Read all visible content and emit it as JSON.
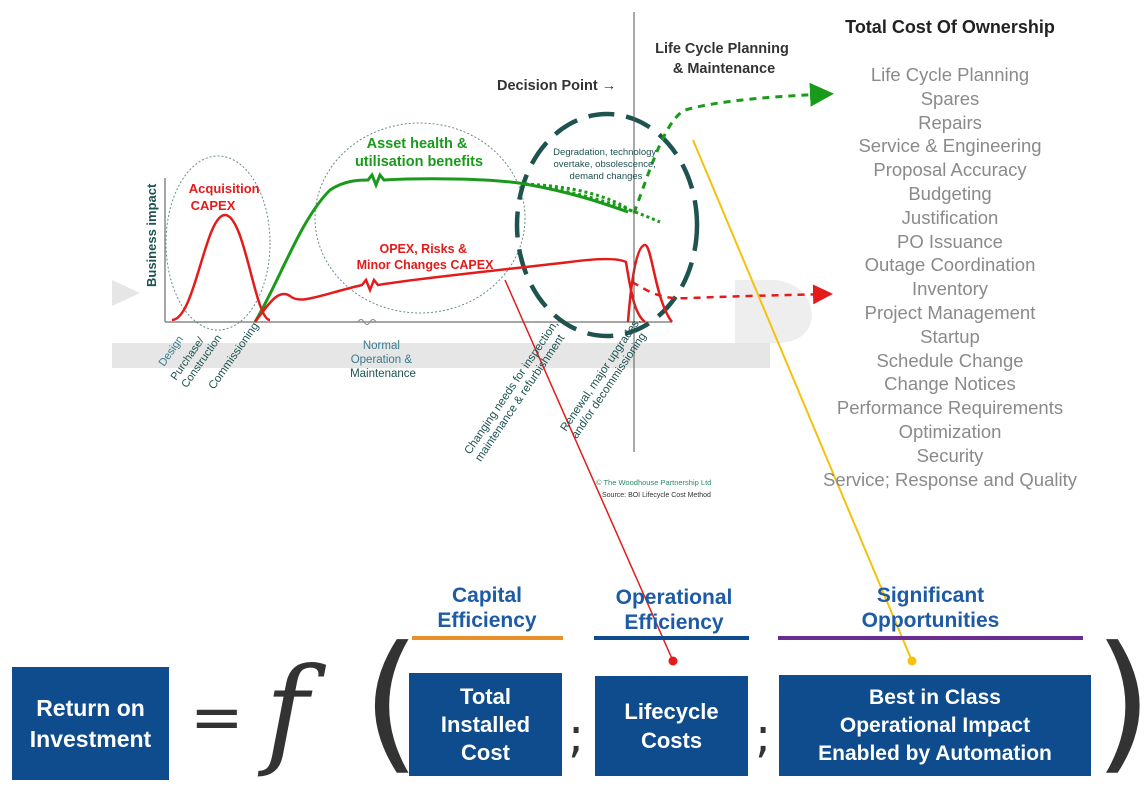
{
  "lifecycle_chart": {
    "ylabel": "Business impact",
    "labels": {
      "acquisition": [
        "Acquisition",
        "CAPEX"
      ],
      "asset_health": [
        "Asset health &",
        "utilisation benefits"
      ],
      "opex": [
        "OPEX, Risks &",
        "Minor Changes CAPEX"
      ],
      "degradation": [
        "Degradation, technology",
        "overtake, obsolescence,",
        "demand changes"
      ],
      "decision_point": "Decision Point →",
      "life_cycle_planning": [
        "Life Cycle Planning",
        "& Maintenance"
      ],
      "phases": {
        "design": "Design",
        "purchase": [
          "Purchase/",
          "Construction"
        ],
        "commissioning": "Commissioning",
        "normal_operation": [
          "Normal",
          "Operation &",
          "Maintenance"
        ],
        "changing_needs": [
          "Changing needs for inspection,",
          "maintenance & refurbishment"
        ],
        "renewal": [
          "Renewal, major upgrades,",
          "and/or decommissioning"
        ]
      },
      "copyright": "© The Woodhouse Partnership Ltd",
      "source": "Source: BOI Lifecycle Cost Method"
    },
    "colors": {
      "capex": "#e31b1b",
      "benefit": "#1a9a1a",
      "decision": "#1e5350",
      "tco_link": "#f4c20d"
    }
  },
  "tco": {
    "title": "Total Cost Of Ownership",
    "items": [
      "Life Cycle Planning",
      "Spares",
      "Repairs",
      "Service & Engineering",
      "Proposal Accuracy",
      "Budgeting",
      "Justification",
      "PO Issuance",
      "Outage Coordination",
      "Inventory",
      "Project Management",
      "Startup",
      "Schedule Change",
      "Change Notices",
      "Performance Requirements",
      "Optimization",
      "Security",
      "Service; Response and Quality"
    ]
  },
  "formula": {
    "roi": [
      "Return on",
      "Investment"
    ],
    "equals": "=",
    "function": "f",
    "open_paren": "(",
    "close_paren": ")",
    "separator": ";",
    "categories": [
      {
        "title": [
          "Capital",
          "Efficiency"
        ],
        "color": "#e8902a"
      },
      {
        "title": [
          "Operational",
          "Efficiency"
        ],
        "color": "#0f4c8e"
      },
      {
        "title": [
          "Significant",
          "Opportunities"
        ],
        "color": "#6b2c91"
      }
    ],
    "terms": [
      [
        "Total",
        "Installed",
        "Cost"
      ],
      [
        "Lifecycle",
        "Costs"
      ],
      [
        "Best in Class",
        "Operational Impact",
        "Enabled by Automation"
      ]
    ]
  }
}
